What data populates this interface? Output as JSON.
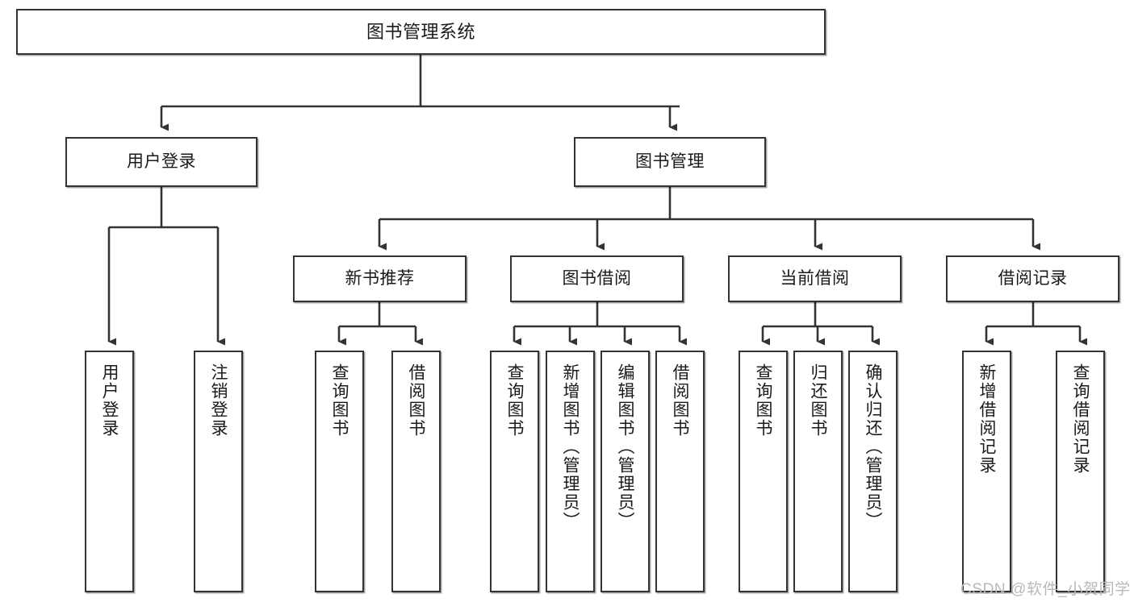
{
  "diagram": {
    "type": "tree-hierarchy",
    "title": "图书管理系统",
    "root": {
      "id": "root",
      "label": "图书管理系统",
      "level": 0
    },
    "level1": [
      {
        "id": "user-login",
        "label": "用户登录"
      },
      {
        "id": "book-management",
        "label": "图书管理"
      }
    ],
    "level2": [
      {
        "id": "new-book-recommend",
        "label": "新书推荐",
        "parent": "book-management"
      },
      {
        "id": "book-borrow",
        "label": "图书借阅",
        "parent": "book-management"
      },
      {
        "id": "current-borrow",
        "label": "当前借阅",
        "parent": "book-management"
      },
      {
        "id": "borrow-record",
        "label": "借阅记录",
        "parent": "book-management"
      }
    ],
    "leaves": {
      "user_login": [
        {
          "id": "leaf-user-login",
          "label": "用户登录"
        },
        {
          "id": "leaf-logout-login",
          "label": "注销登录"
        }
      ],
      "new_book_recommend": [
        {
          "id": "leaf-query-book-1",
          "label": "查询图书"
        },
        {
          "id": "leaf-borrow-book-1",
          "label": "借阅图书"
        }
      ],
      "book_borrow": [
        {
          "id": "leaf-query-book-2",
          "label": "查询图书"
        },
        {
          "id": "leaf-add-book",
          "label": "新增图书（管理员）"
        },
        {
          "id": "leaf-edit-book",
          "label": "编辑图书（管理员）"
        },
        {
          "id": "leaf-borrow-book-2",
          "label": "借阅图书"
        }
      ],
      "current_borrow": [
        {
          "id": "leaf-query-book-3",
          "label": "查询图书"
        },
        {
          "id": "leaf-return-book",
          "label": "归还图书"
        },
        {
          "id": "leaf-confirm-return",
          "label": "确认归还（管理员）"
        }
      ],
      "borrow_record": [
        {
          "id": "leaf-add-record",
          "label": "新增借阅记录"
        },
        {
          "id": "leaf-query-record",
          "label": "查询借阅记录"
        }
      ]
    },
    "watermark": "CSDN @软件_小贺同学",
    "colors": {
      "border": "#333333",
      "background": "#ffffff",
      "text": "#1a1a1a",
      "edge": "#333333",
      "watermark": "#b9b9b9"
    }
  }
}
